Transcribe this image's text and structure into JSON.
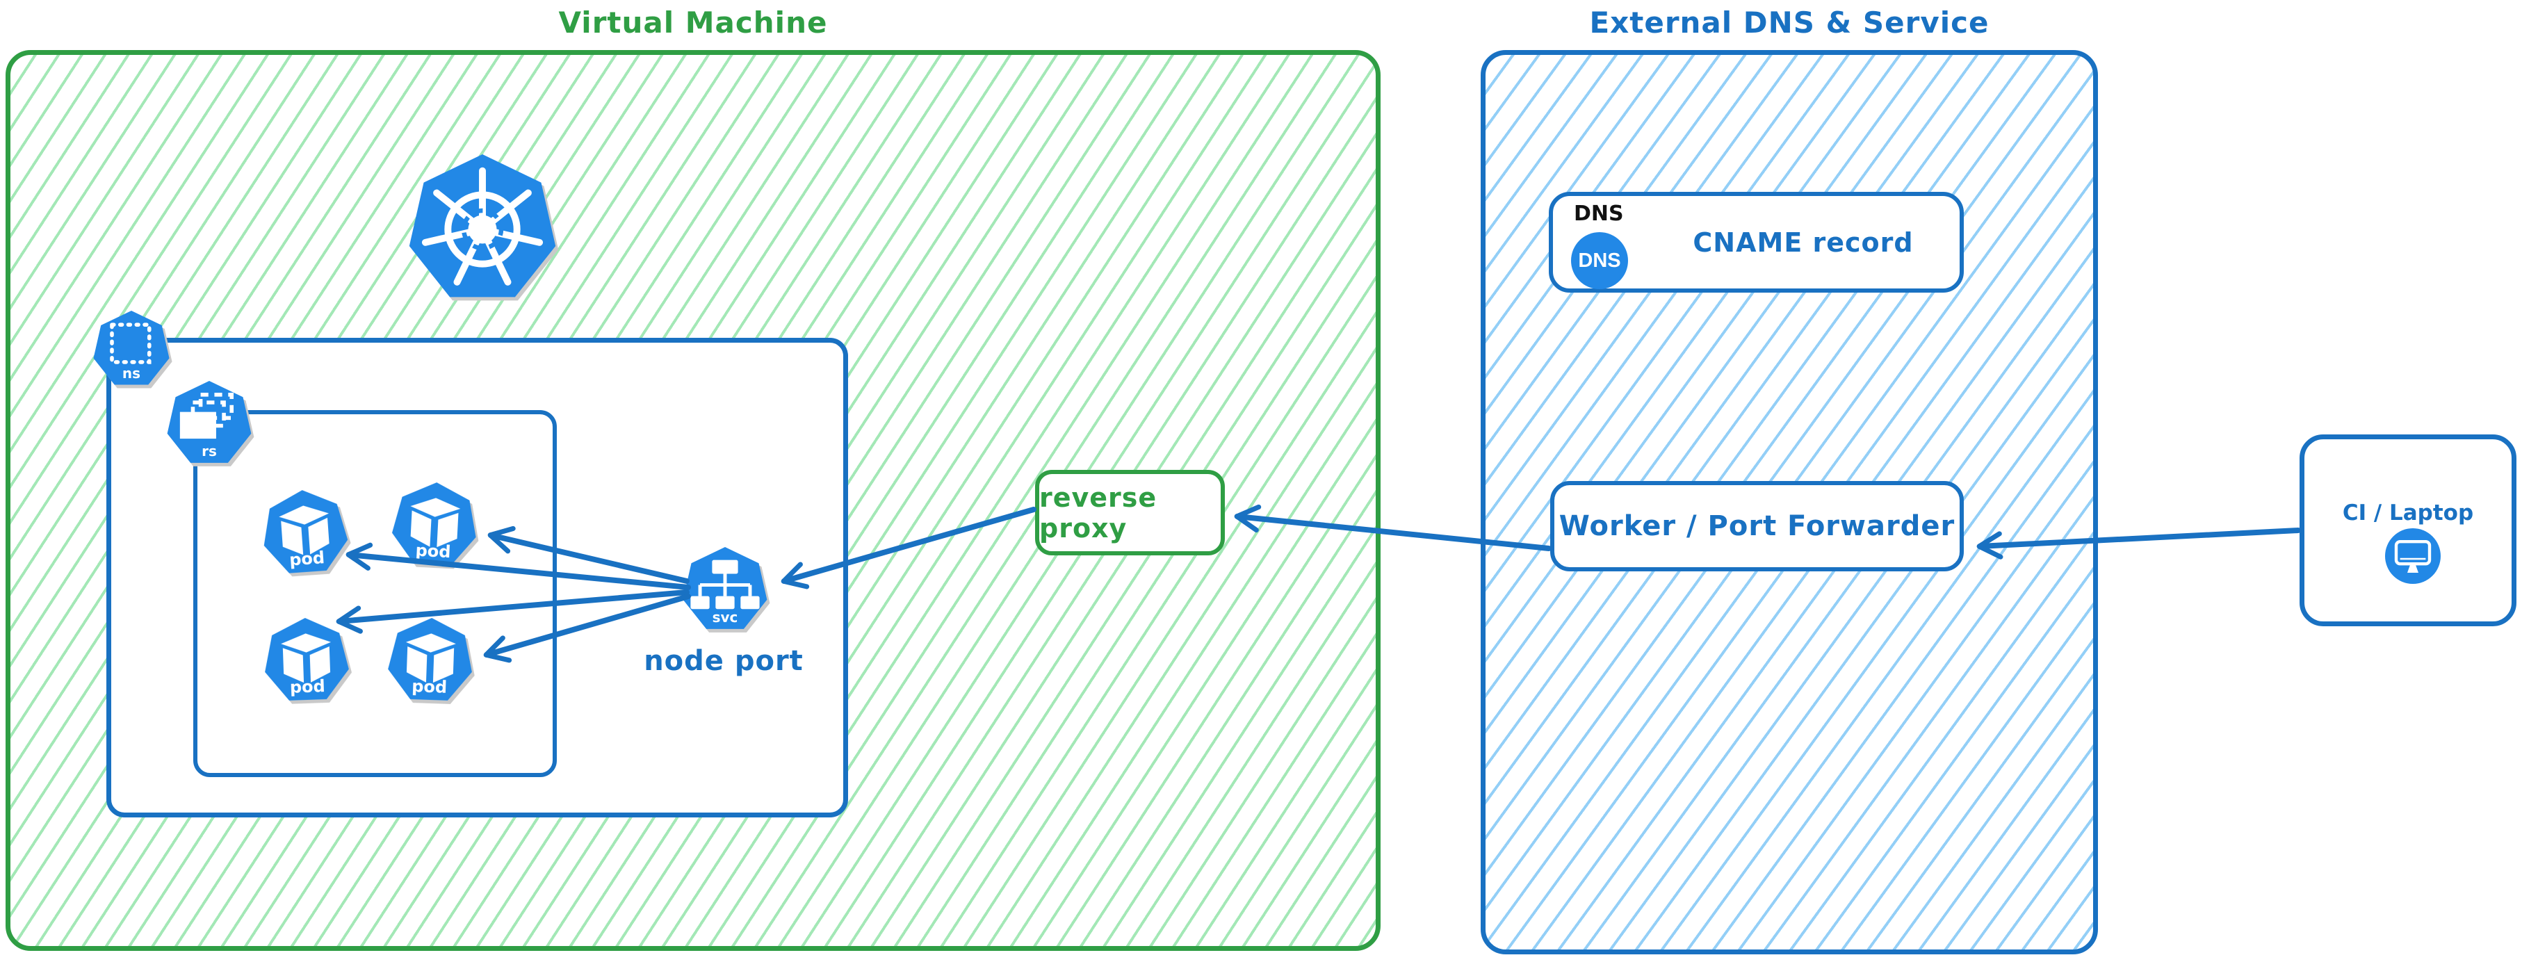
{
  "vm": {
    "title": "Virtual Machine"
  },
  "external": {
    "title": "External DNS & Service"
  },
  "k8s": {
    "namespace_label": "ns",
    "replicaset_label": "rs",
    "pod_label": "pod",
    "service_label": "svc",
    "node_port_label": "node port"
  },
  "reverse_proxy": {
    "label": "reverse proxy"
  },
  "dns": {
    "tag": "DNS",
    "icon_text": "DNS",
    "record_label": "CNAME record"
  },
  "worker": {
    "label": "Worker / Port Forwarder"
  },
  "ci": {
    "label": "CI / Laptop"
  },
  "icons": {
    "kubernetes-logo-icon": "heptagon-helm-wheel",
    "namespace-icon": "heptagon-dashed-square",
    "replicaset-icon": "heptagon-stacked-rects",
    "pod-icon": "heptagon-cube",
    "service-icon": "heptagon-node-tree",
    "dns-icon": "circle-DNS",
    "monitor-icon": "circle-monitor",
    "arrowhead": "v-chevron"
  },
  "colors": {
    "green": "#2f9e44",
    "green_hatch": "#a3e8b6",
    "blue": "#1971c2",
    "blue_hatch": "#93cff7",
    "icon_blue": "#2288e6",
    "dns_tag_black": "#111111",
    "background": "#ffffff"
  }
}
